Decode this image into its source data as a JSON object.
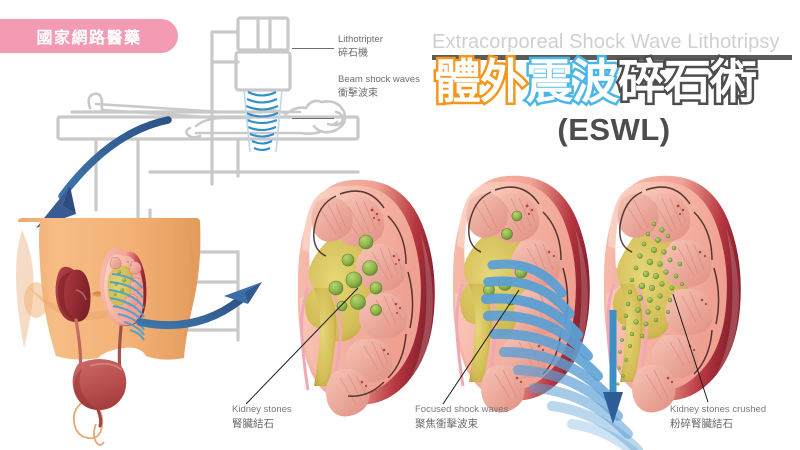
{
  "brand": {
    "label": "國家網路醫藥"
  },
  "title": {
    "english": "Extracorporeal Shock Wave Lithotripsy",
    "cn_part1": "體外",
    "cn_part2": "震波",
    "cn_part3": "碎石術",
    "abbreviation": "(ESWL)",
    "colors": {
      "part1_orange": "#f2971c",
      "part2_blue": "#4ab6e8",
      "part3_gray": "#4d4d4d",
      "english_gray": "#cfcfcf",
      "rule_gray": "#5b5b5b"
    }
  },
  "machine_labels": [
    {
      "en": "Lithotripter",
      "cn": "碎石機"
    },
    {
      "en": "Beam shock waves",
      "cn": "衝擊波束"
    }
  ],
  "callouts": [
    {
      "en": "Kidney stones",
      "cn": "腎臟結石"
    },
    {
      "en": "Focused shock waves",
      "cn": "聚焦衝擊波束"
    },
    {
      "en": "Kidney stones crushed",
      "cn": "粉碎腎臟結石"
    }
  ],
  "palette": {
    "badge_pink": "#f29bb2",
    "skin": "#f3b277",
    "kidney_outer": "#f2a297",
    "kidney_rim": "#b8333a",
    "kidney_cortex": "#f6b4a6",
    "medulla_yellow": "#d8c35d",
    "stone_green": "#8bb24a",
    "shockwave_blue": "#5b9fd4",
    "arrow_blue": "#3a5a94",
    "line_gray": "#c9c9c9"
  },
  "figures": {
    "panel1": "kidney with intact stones",
    "panel2": "kidney targeted by focused shock waves",
    "panel3": "kidney with crushed stone fragments",
    "torso": "male abdomen showing kidneys, ureters and bladder",
    "machine": "lithotripter over patient on table"
  }
}
